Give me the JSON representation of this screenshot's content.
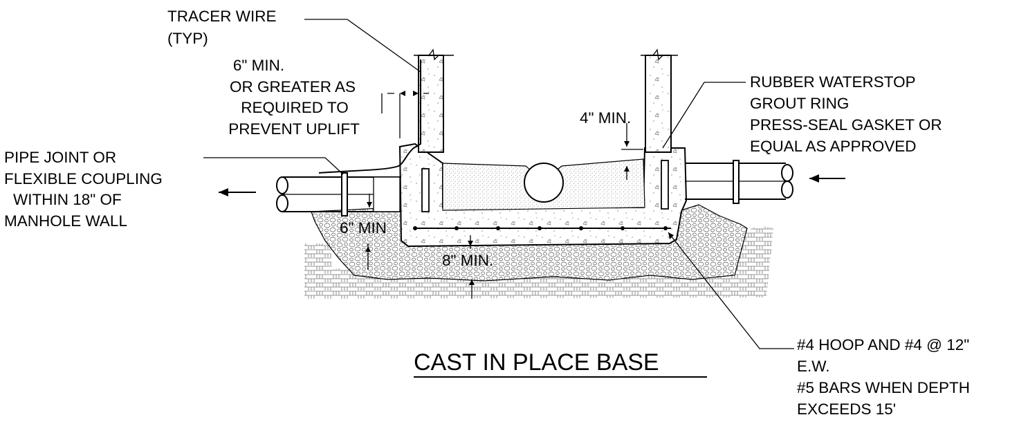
{
  "drawing": {
    "title": "CAST IN PLACE BASE",
    "labels": {
      "tracer_wire": [
        "TRACER WIRE",
        "(TYP)"
      ],
      "six_min_uplift": [
        "6\" MIN.",
        "OR GREATER AS",
        "REQUIRED TO",
        "PREVENT UPLIFT"
      ],
      "four_min": [
        "4\" MIN."
      ],
      "rubber_waterstop": [
        "RUBBER WATERSTOP",
        "GROUT RING",
        "PRESS-SEAL GASKET OR",
        "EQUAL AS APPROVED"
      ],
      "pipe_joint": [
        "PIPE JOINT OR",
        "FLEXIBLE COUPLING",
        "WITHIN 18\" OF",
        "MANHOLE WALL"
      ],
      "six_min": [
        "6\" MIN"
      ],
      "eight_min": [
        "8\" MIN."
      ],
      "hoop_bars": [
        "#4 HOOP AND #4 @ 12\"",
        "E.W.",
        "#5 BARS WHEN DEPTH",
        "EXCEEDS 15'"
      ]
    }
  }
}
